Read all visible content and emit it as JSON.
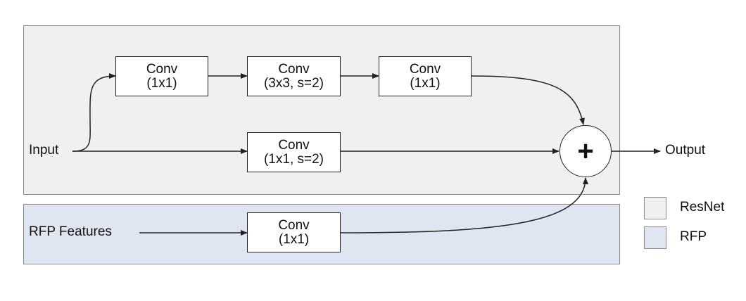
{
  "colors": {
    "resnet_bg": "#f0f0f0",
    "rfp_bg": "#dfe6f2",
    "stroke": "#222222",
    "panel_border": "#8a8a8a"
  },
  "labels": {
    "input": "Input",
    "rfp_features": "RFP Features",
    "output": "Output",
    "sum_symbol": "+"
  },
  "boxes": {
    "conv1": {
      "line1": "Conv",
      "line2": "(1x1)"
    },
    "conv2": {
      "line1": "Conv",
      "line2": "(3x3, s=2)"
    },
    "conv3": {
      "line1": "Conv",
      "line2": "(1x1)"
    },
    "shortcut": {
      "line1": "Conv",
      "line2": "(1x1, s=2)"
    },
    "rfp": {
      "line1": "Conv",
      "line2": "(1x1)"
    }
  },
  "legend": [
    {
      "label": "ResNet"
    },
    {
      "label": "RFP"
    }
  ]
}
